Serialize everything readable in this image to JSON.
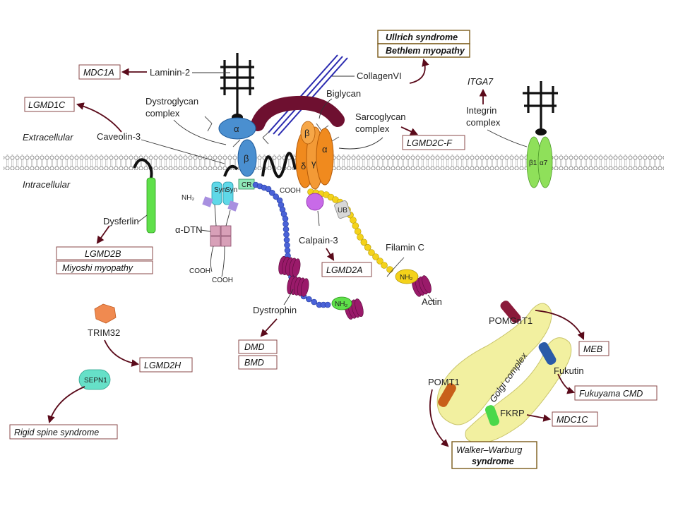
{
  "regions": {
    "extracellular": "Extracellular",
    "intracellular": "Intracellular"
  },
  "proteins": {
    "laminin": "Laminin-2",
    "collagen": "CollagenVI",
    "biglycan": "Biglycan",
    "dystroglycan_line1": "Dystroglycan",
    "dystroglycan_line2": "complex",
    "sarcoglycan_line1": "Sarcoglycan",
    "sarcoglycan_line2": "complex",
    "caveolin": "Caveolin-3",
    "integrin_line1": "Integrin",
    "integrin_line2": "complex",
    "dysferlin": "Dysferlin",
    "dtn": "α-DTN",
    "calpain": "Calpain-3",
    "filamin": "Filamin C",
    "dystrophin": "Dystrophin",
    "actin": "Actin",
    "trim32": "TRIM32",
    "sepn1": "SEPN1",
    "pomgnt1": "POMGnT1",
    "fukutin": "Fukutin",
    "pomt1": "POMT1",
    "fkrp": "FKRP",
    "golgi": "Golgi complex"
  },
  "subunits": {
    "alpha": "α",
    "beta": "β",
    "gamma": "γ",
    "delta": "δ",
    "cr": "CR",
    "syn": "Syn",
    "nh2": "NH₂",
    "cooh": "COOH",
    "ub": "UB",
    "beta1": "β1",
    "alpha7": "α7"
  },
  "diseases": {
    "ullrich": "Ullrich syndrome",
    "bethlem": "Bethlem myopathy",
    "mdc1a": "MDC1A",
    "lgmd1c": "LGMD1C",
    "itga7": "ITGA7",
    "lgmd2cf": "LGMD2C-F",
    "lgmd2b": "LGMD2B",
    "miyoshi": "Miyoshi myopathy",
    "lgmd2a": "LGMD2A",
    "dmd": "DMD",
    "bmd": "BMD",
    "lgmd2h": "LGMD2H",
    "rigid": "Rigid spine syndrome",
    "meb": "MEB",
    "fukuyama": "Fukuyama CMD",
    "mdc1c": "MDC1C",
    "ww_line1": "Walker–Warburg",
    "ww_line2": "syndrome"
  },
  "colors": {
    "arrow": "#5a0a1a",
    "dystroglycan": "#4a8fd0",
    "sarcoglycan": "#f08a1e",
    "biglycan": "#6e1030",
    "dysferlin": "#5fe04a",
    "integrin": "#8fe05a",
    "golgi": "#f2f0a0",
    "dystrophin_bead": "#4a62d8",
    "filamin_bead": "#f4d21a",
    "calpain": "#c86ae8",
    "syntrophin": "#5fd8e8",
    "spring": "#9a1a6a",
    "trim32": "#f08a50",
    "sepn1": "#66e0c8",
    "collagen": "#2a2ab0",
    "membrane": "#888888"
  }
}
